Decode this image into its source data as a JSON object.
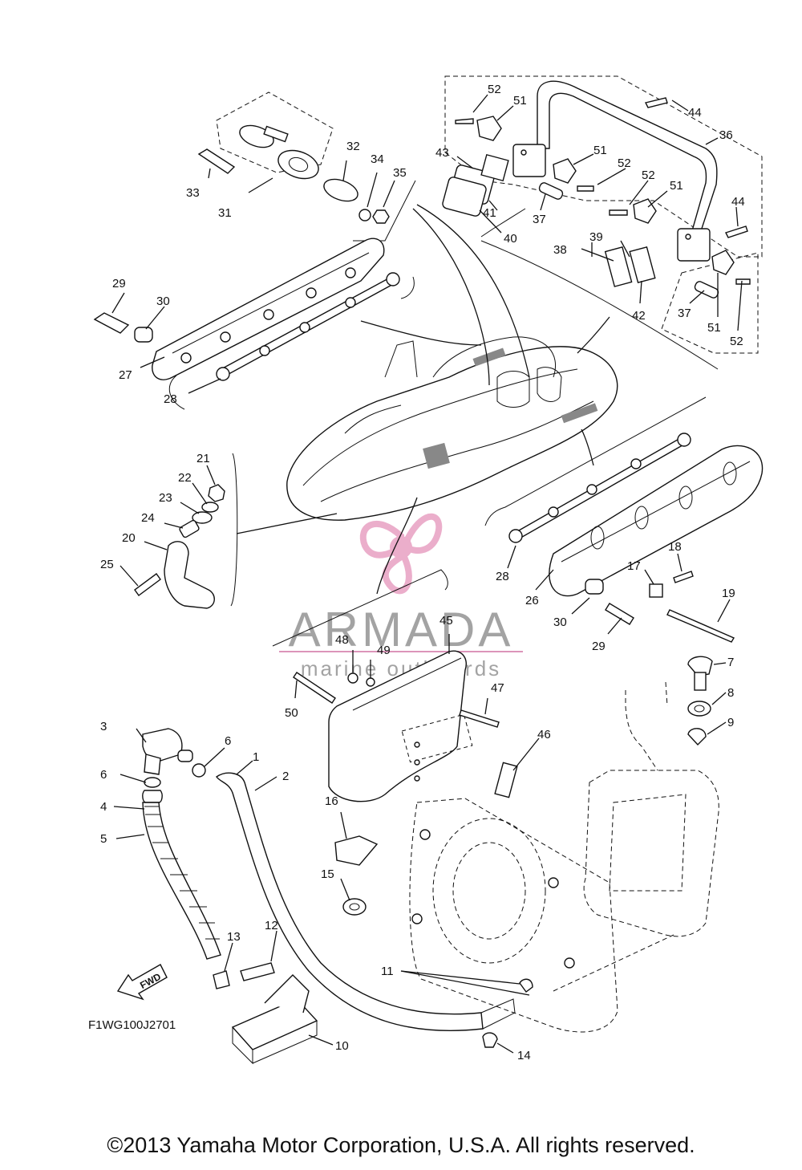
{
  "diagram": {
    "figure_code": "F1WG100J2701",
    "fwd_label": "FWD",
    "watermark": {
      "brand": "ARMADA",
      "tagline": "marine outboards"
    },
    "callouts": [
      "1",
      "2",
      "3",
      "4",
      "5",
      "6",
      "6",
      "7",
      "8",
      "9",
      "10",
      "11",
      "12",
      "13",
      "14",
      "15",
      "16",
      "17",
      "18",
      "19",
      "20",
      "21",
      "22",
      "23",
      "24",
      "25",
      "26",
      "27",
      "28",
      "28",
      "29",
      "29",
      "30",
      "30",
      "31",
      "32",
      "33",
      "34",
      "35",
      "36",
      "37",
      "37",
      "38",
      "39",
      "40",
      "41",
      "42",
      "43",
      "44",
      "44",
      "45",
      "46",
      "47",
      "48",
      "49",
      "50",
      "51",
      "51",
      "51",
      "51",
      "52",
      "52",
      "52",
      "52"
    ]
  },
  "footer": {
    "copyright": "©2013 Yamaha Motor Corporation, U.S.A. All rights reserved."
  }
}
